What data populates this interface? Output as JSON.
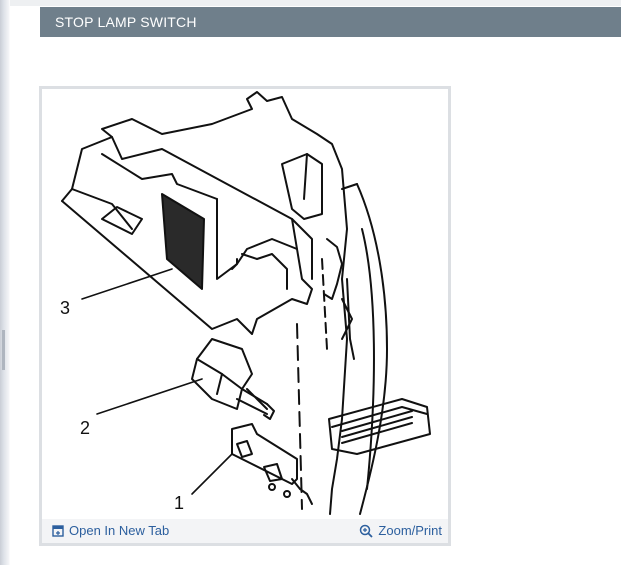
{
  "header": {
    "title": "STOP LAMP SWITCH"
  },
  "figure": {
    "callouts": [
      "1",
      "2",
      "3"
    ],
    "open_tab_label": "Open In New Tab",
    "zoom_label": "Zoom/Print",
    "icons": {
      "open_tab": "open-in-new-tab-icon",
      "zoom": "zoom-icon"
    },
    "link_color": "#2c5f9e"
  },
  "colors": {
    "header_bg": "#6f7f8b",
    "header_text": "#ffffff"
  }
}
